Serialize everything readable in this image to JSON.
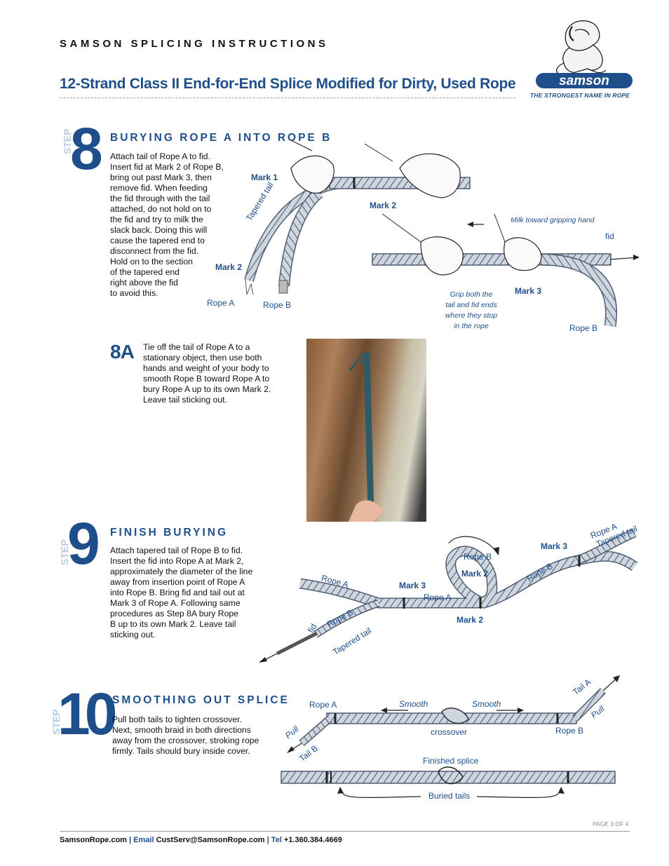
{
  "header": {
    "series_title": "SAMSON SPLICING INSTRUCTIONS",
    "doc_title": "12-Strand Class II End-for-End Splice Modified for Dirty, Used Rope"
  },
  "logo": {
    "brand": "samson",
    "tagline": "THE STRONGEST NAME IN ROPE",
    "icon": "hercules-logo-icon"
  },
  "step8": {
    "step_word": "STEP",
    "number": "8",
    "title": "BURYING ROPE A INTO ROPE B",
    "text": [
      "Attach tail of Rope A to fid.",
      "Insert fid at Mark 2 of Rope B,",
      "bring out past Mark 3, then",
      "remove fid. When feeding",
      "the fid through with the tail",
      "attached, do not hold on to",
      "the fid and try to milk the",
      "slack back. Doing this will",
      "cause the tapered end to",
      "disconnect from the fid.",
      "Hold on to the section",
      "of the tapered end",
      "right above the fid",
      "to avoid this."
    ],
    "labels": {
      "mark1": "Mark 1",
      "tapered_tail": "Tapered tail",
      "mark2_left": "Mark 2",
      "rope_a": "Rope A",
      "rope_b": "Rope B",
      "mark2_right": "Mark 2",
      "milk": "Milk  toward gripping hand",
      "fid": "fid",
      "grip": [
        "Grip both the",
        "tail and fid ends",
        "where they stop",
        "in the rope"
      ],
      "mark3": "Mark 3",
      "rope_b_right": "Rope B"
    }
  },
  "step8a": {
    "number": "8A",
    "text": [
      "Tie off the tail of Rope A to a",
      "stationary object, then use both",
      "hands and weight of your body to",
      "smooth Rope B toward Rope A to",
      "bury Rope A up to its own Mark 2.",
      "Leave tail sticking out."
    ]
  },
  "step9": {
    "step_word": "STEP",
    "number": "9",
    "title": "FINISH BURYING",
    "text": [
      "Attach tapered tail of Rope B to fid.",
      "Insert the fid into Rope A at Mark 2,",
      "approximately the diameter of the line",
      "away from insertion point of Rope A",
      "into Rope B. Bring fid and tail out at",
      "Mark 3 of Rope A. Following same",
      "procedures as Step 8A bury Rope",
      "B up to its own Mark 2. Leave tail",
      "sticking out."
    ],
    "labels": {
      "rope_a_left": "Rope A",
      "mark3_mid": "Mark 3",
      "rope_a_mid": "Rope A",
      "rope_b_loop": "Rope B",
      "mark2_loop": "Mark 2",
      "mark2_bottom": "Mark 2",
      "mark3_right": "Mark 3",
      "rope_b_right": "Rope B",
      "rope_a_top": "Rope A",
      "tapered_tail_top": "Tapered tail",
      "fid": "fid",
      "rope_b_left": "Rope B",
      "tapered_tail_left": "Tapered tail"
    }
  },
  "step10": {
    "step_word": "STEP",
    "number": "10",
    "title": "SMOOTHING OUT SPLICE",
    "text": [
      "Pull both tails to tighten crossover.",
      "Next, smooth braid in both directions",
      "away from the crossover, stroking rope",
      "firmly. Tails should bury inside cover."
    ],
    "labels": {
      "rope_a": "Rope A",
      "smooth_left": "Smooth",
      "smooth_right": "Smooth",
      "tail_a": "Tail A",
      "pull_right": "Pull",
      "pull_left": "Pull",
      "crossover": "crossover",
      "rope_b": "Rope B",
      "tail_b": "Tail B",
      "finished": "Finished splice",
      "buried": "Buried tails"
    }
  },
  "footer": {
    "page": "PAGE 3 OF 4",
    "site": "SamsonRope.com",
    "sep1": "|",
    "email_label": "Email",
    "email": "CustServ@SamsonRope.com",
    "sep2": "|",
    "tel_label": "Tel",
    "tel": "+1.360.384.4669"
  }
}
